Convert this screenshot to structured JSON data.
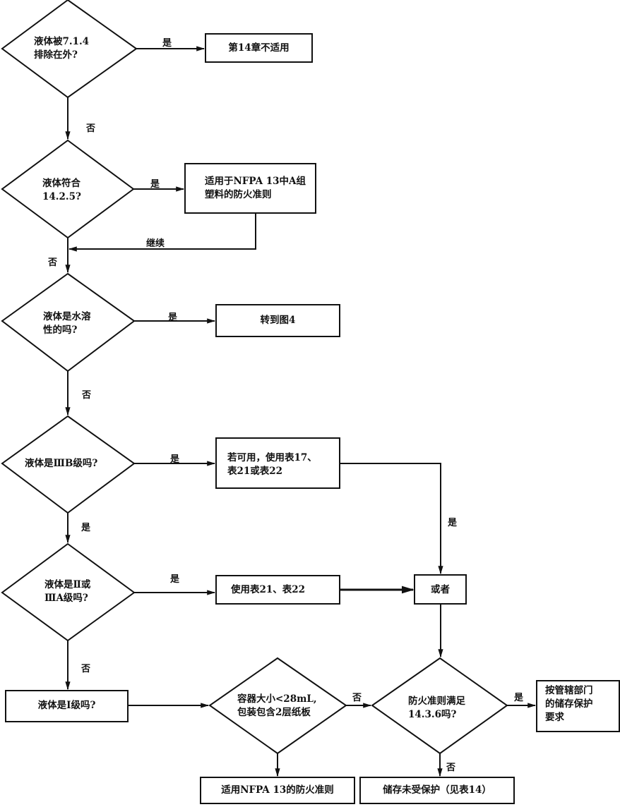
{
  "diagram": {
    "type": "flowchart",
    "decisions": [
      {
        "id": "d1",
        "text": "液体被7.1.4\n排除在外?"
      },
      {
        "id": "d2",
        "text": "液体符合\n14.2.5?"
      },
      {
        "id": "d3",
        "text": "液体是水溶\n性的吗?"
      },
      {
        "id": "d4",
        "text": "液体是ⅢB级吗?"
      },
      {
        "id": "d5",
        "text": "液体是Ⅱ或\nⅢA级吗?"
      },
      {
        "id": "d6",
        "text": "容器大小<28mL,\n包装包含2层纸板"
      },
      {
        "id": "d7",
        "text": "防火准则满足\n14.3.6吗?"
      }
    ],
    "boxes": [
      {
        "id": "b1",
        "text": "第14章不适用"
      },
      {
        "id": "b2",
        "text": "适用于NFPA 13中A组\n塑料的防火准则"
      },
      {
        "id": "b3",
        "text": "转到图4"
      },
      {
        "id": "b4",
        "text": "若可用，使用表17、\n表21或表22"
      },
      {
        "id": "b5",
        "text": "使用表21、表22"
      },
      {
        "id": "b6",
        "text": "或者"
      },
      {
        "id": "b7",
        "text": "液体是Ⅰ级吗?"
      },
      {
        "id": "b8",
        "text": "适用NFPA 13的防火准则"
      },
      {
        "id": "b9",
        "text": "储存未受保护（见表14）"
      },
      {
        "id": "b10",
        "text": "按管辖部门\n的储存保护\n要求"
      }
    ],
    "edge_labels": {
      "d1_yes": "是",
      "d1_no": "否",
      "d2_yes": "是",
      "b2_continue": "继续",
      "d2_no": "否",
      "d3_yes": "是",
      "d3_no": "否",
      "d4_yes_right": "是",
      "d4_yes_down": "是",
      "b4_to_or": "是",
      "d5_yes": "是",
      "d5_no": "否",
      "d6_no": "否",
      "d7_yes": "是",
      "d7_no": "否"
    },
    "edges": [
      {
        "from": "d1",
        "to": "b1",
        "label": "是"
      },
      {
        "from": "d1",
        "to": "d2",
        "label": "否"
      },
      {
        "from": "d2",
        "to": "b2",
        "label": "是"
      },
      {
        "from": "b2",
        "to": "d2-exit",
        "label": "继续"
      },
      {
        "from": "d2",
        "to": "d3",
        "label": "否"
      },
      {
        "from": "d3",
        "to": "b3",
        "label": "是"
      },
      {
        "from": "d3",
        "to": "d4",
        "label": "否"
      },
      {
        "from": "d4",
        "to": "b4",
        "label": "是"
      },
      {
        "from": "d4",
        "to": "d5",
        "label": "是"
      },
      {
        "from": "b4",
        "to": "b6",
        "label": "是"
      },
      {
        "from": "d5",
        "to": "b5",
        "label": "是"
      },
      {
        "from": "d5",
        "to": "b7",
        "label": "否"
      },
      {
        "from": "b5",
        "to": "b6",
        "label": ""
      },
      {
        "from": "b6",
        "to": "d7",
        "label": ""
      },
      {
        "from": "b7",
        "to": "d6",
        "label": ""
      },
      {
        "from": "d6",
        "to": "b8",
        "label": ""
      },
      {
        "from": "d6",
        "to": "d7",
        "label": "否"
      },
      {
        "from": "d7",
        "to": "b10",
        "label": "是"
      },
      {
        "from": "d7",
        "to": "b9",
        "label": "否"
      }
    ]
  }
}
